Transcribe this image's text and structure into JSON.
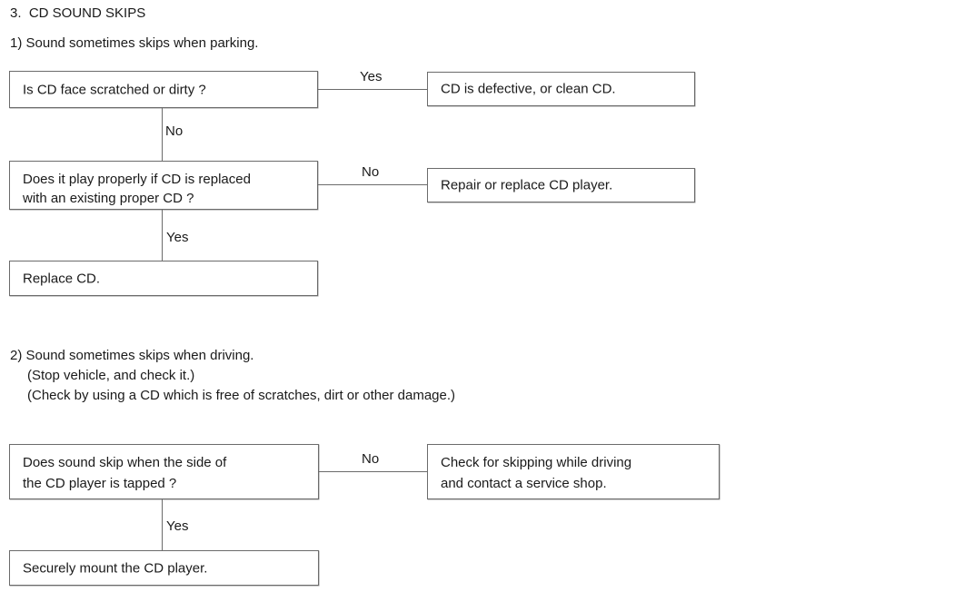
{
  "document": {
    "section_number": "3.",
    "section_title": "3.  CD SOUND SKIPS"
  },
  "subsection_1": {
    "intro": "1) Sound sometimes skips when parking.",
    "nodes": {
      "q1": "Is CD face scratched or dirty ?",
      "q1_yes_result": "CD is defective, or clean CD.",
      "q2_line1": "Does it play properly if CD is replaced",
      "q2_line2": "with an existing proper CD ?",
      "q2_no_result": "Repair or replace CD player.",
      "q2_yes_result": "Replace CD."
    },
    "edges": {
      "q1_yes": "Yes",
      "q1_no": "No",
      "q2_no": "No",
      "q2_yes": "Yes"
    }
  },
  "subsection_2": {
    "intro_line1": "2) Sound sometimes skips when driving.",
    "intro_line2": "(Stop vehicle, and check it.)",
    "intro_line3": "(Check by using a CD which is free of scratches, dirt or other damage.)",
    "nodes": {
      "q3_line1": "Does sound skip when the side of",
      "q3_line2": "the CD player is tapped ?",
      "q3_no_result_line1": "Check for skipping while driving",
      "q3_no_result_line2": "and contact a service shop.",
      "q3_yes_result": "Securely mount the CD player."
    },
    "edges": {
      "q3_no": "No",
      "q3_yes": "Yes"
    }
  },
  "colors": {
    "text": "#1a1a1a",
    "border": "#6b6b6b",
    "background": "#ffffff"
  }
}
